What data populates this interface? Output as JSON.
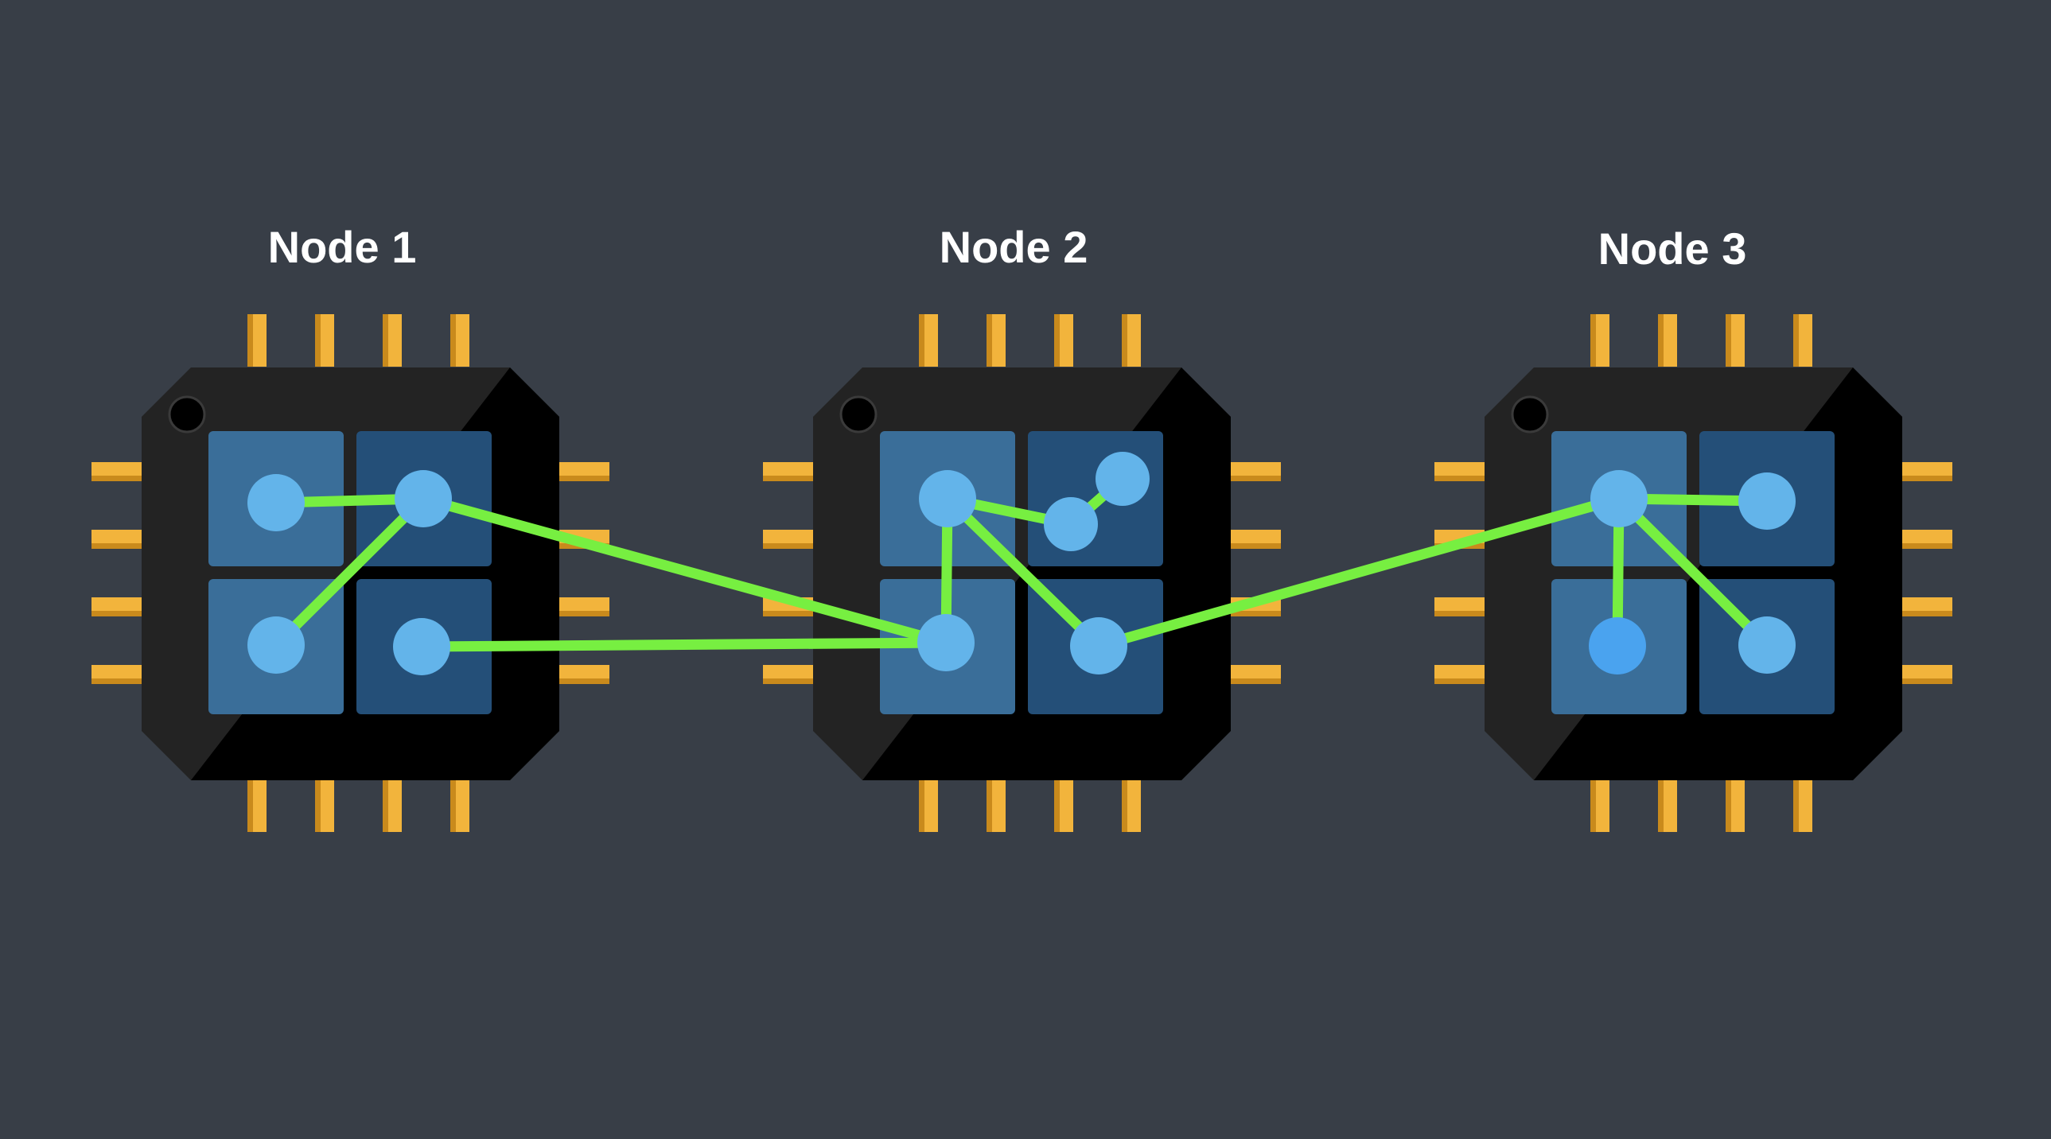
{
  "colors": {
    "background": "#383e47",
    "chip_body": "#232323",
    "chip_shadow": "#000000",
    "pin": "#f2b43c",
    "pin_shade": "#c98a1c",
    "core": "#3a6e99",
    "core_shade": "#244f78",
    "node": "#63b4ea",
    "node_highlight": "#4aa3ef",
    "link": "#77ef41"
  },
  "chips": [
    {
      "id": "chip1",
      "label": "Node 1"
    },
    {
      "id": "chip2",
      "label": "Node 2"
    },
    {
      "id": "chip3",
      "label": "Node 3"
    }
  ],
  "nodes": [
    {
      "id": "n1a",
      "chip": 0,
      "core": 0
    },
    {
      "id": "n1b",
      "chip": 0,
      "core": 1
    },
    {
      "id": "n1c",
      "chip": 0,
      "core": 2
    },
    {
      "id": "n1d",
      "chip": 0,
      "core": 3
    },
    {
      "id": "n2a",
      "chip": 1,
      "core": 0
    },
    {
      "id": "n2b",
      "chip": 1,
      "core": 1
    },
    {
      "id": "n2e",
      "chip": 1,
      "core": 1
    },
    {
      "id": "n2c",
      "chip": 1,
      "core": 2
    },
    {
      "id": "n2d",
      "chip": 1,
      "core": 3
    },
    {
      "id": "n3a",
      "chip": 2,
      "core": 0
    },
    {
      "id": "n3b",
      "chip": 2,
      "core": 1
    },
    {
      "id": "n3c",
      "chip": 2,
      "core": 2,
      "highlight": true
    },
    {
      "id": "n3d",
      "chip": 2,
      "core": 3
    }
  ],
  "links": [
    [
      "n1a",
      "n1b"
    ],
    [
      "n1b",
      "n1c"
    ],
    [
      "n1b",
      "n2c"
    ],
    [
      "n1d",
      "n2c"
    ],
    [
      "n2a",
      "n2b"
    ],
    [
      "n2b",
      "n2e"
    ],
    [
      "n2a",
      "n2c"
    ],
    [
      "n2a",
      "n2d"
    ],
    [
      "n2d",
      "n3a"
    ],
    [
      "n3a",
      "n3b"
    ],
    [
      "n3a",
      "n3c"
    ],
    [
      "n3a",
      "n3d"
    ]
  ]
}
